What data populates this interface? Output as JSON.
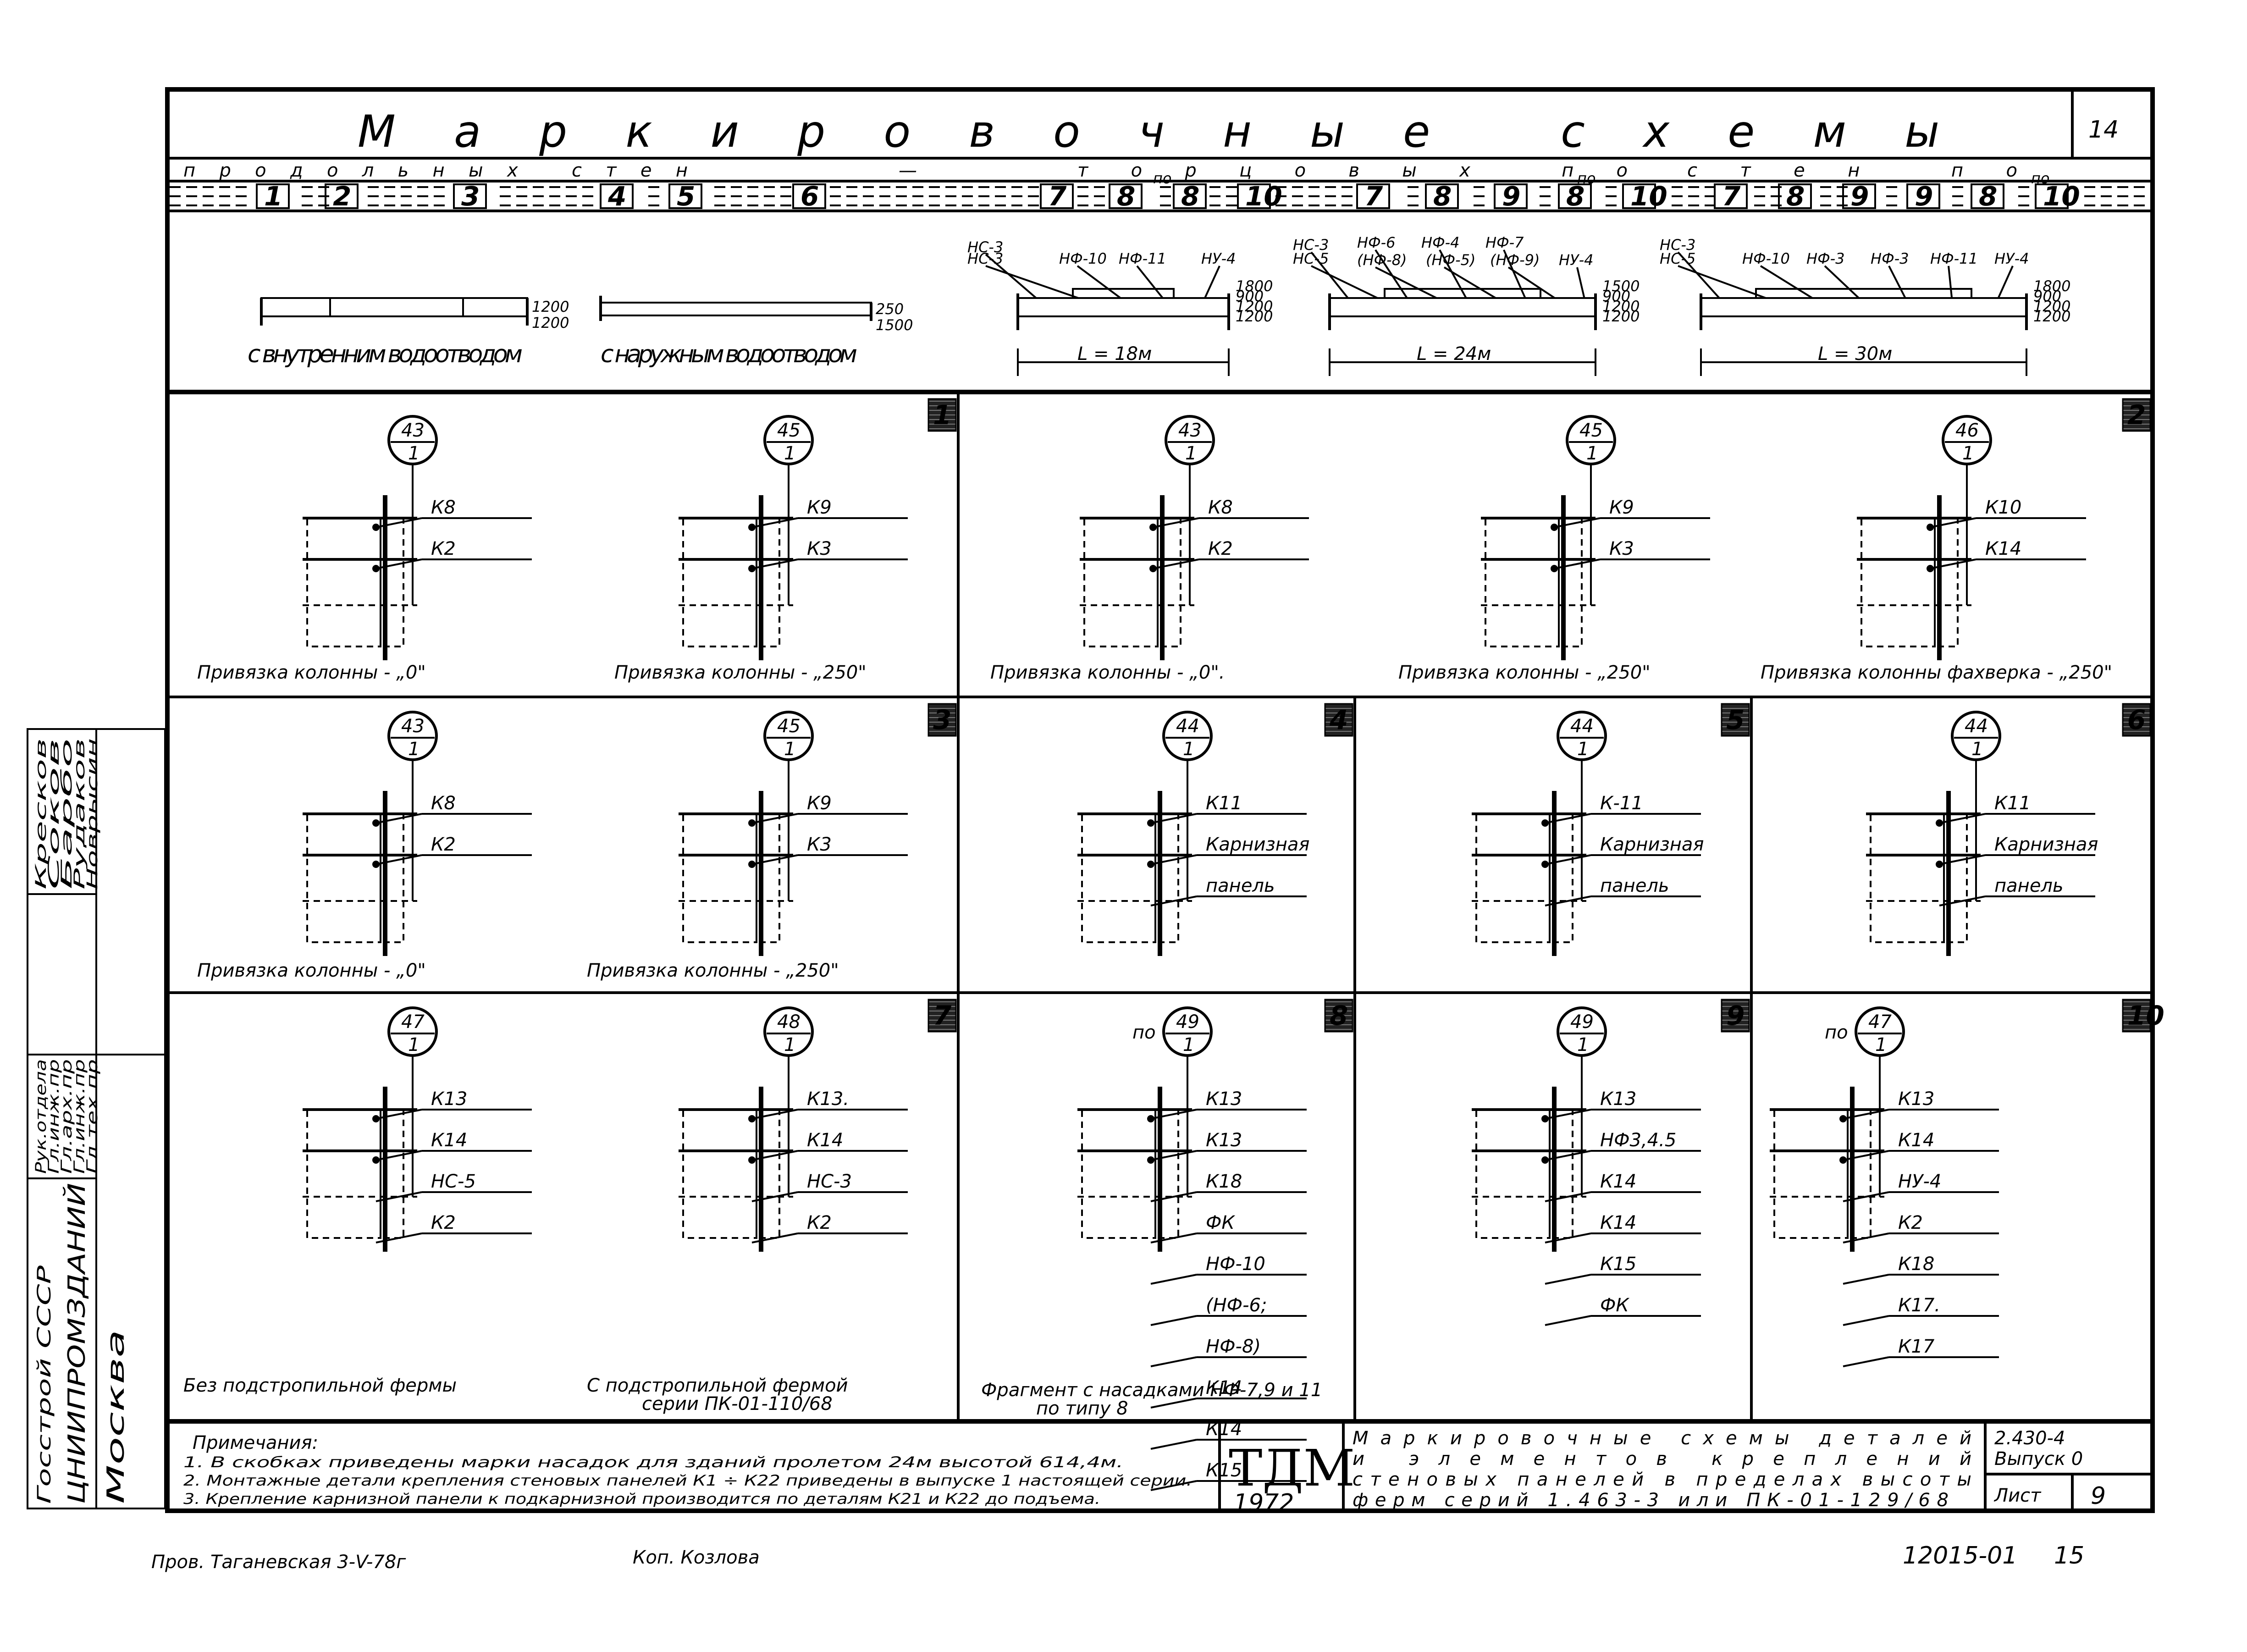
{
  "sheet": {
    "corner_number": "14",
    "title": "Маркировочные схемы",
    "subtitle_left": "продольных стен",
    "subtitle_dash": "—",
    "subtitle_right_1": "торцовых по",
    "subtitle_right_2": "стен по",
    "subtitle_po": "по",
    "scheme_numbers": [
      "1",
      "2",
      "3",
      "4",
      "5",
      "6",
      "7",
      "8",
      "8",
      "10",
      "7",
      "8",
      "9",
      "8",
      "10",
      "7",
      "8",
      "9",
      "9",
      "8",
      "10"
    ]
  },
  "schemes": {
    "inner_drain": "с внутренним водоотводом",
    "outer_drain": "с наружным водоотводом",
    "inner_dims": [
      "1200",
      "1200"
    ],
    "outer_dims": [
      "250",
      "1500"
    ],
    "span18": {
      "labels": [
        "НС-3",
        "НС-3",
        "НФ-10",
        "НФ-11",
        "НУ-4"
      ],
      "dims": [
        "1800",
        "900",
        "1200",
        "1200"
      ],
      "length": "L = 18м"
    },
    "span24": {
      "labels": [
        "НС-3",
        "НС-5",
        "НФ-6",
        "(НФ-8)",
        "НФ-4",
        "(НФ-5)",
        "НФ-7",
        "(НФ-9)",
        "НУ-4"
      ],
      "dims": [
        "1500",
        "900",
        "1200",
        "1200"
      ],
      "length": "L = 24м"
    },
    "span30": {
      "labels": [
        "НС-3",
        "НС-5",
        "НФ-10",
        "НФ-3",
        "НФ-3",
        "НФ-11",
        "НУ-4"
      ],
      "dims": [
        "1800",
        "900",
        "1200",
        "1200"
      ],
      "length": "L = 30м"
    }
  },
  "panels": [
    {
      "num": "1",
      "details": [
        {
          "ref": "43",
          "sheet": "1",
          "labels": [
            "К8",
            "К2"
          ],
          "caption": "Привязка колонны - „0\""
        },
        {
          "ref": "45",
          "sheet": "1",
          "labels": [
            "К9",
            "К3"
          ],
          "caption": "Привязка колонны - „250\""
        }
      ]
    },
    {
      "num": "2",
      "details": [
        {
          "ref": "43",
          "sheet": "1",
          "labels": [
            "К8",
            "К2"
          ],
          "caption": "Привязка колонны - „0\"."
        },
        {
          "ref": "45",
          "sheet": "1",
          "labels": [
            "К9",
            "К3"
          ],
          "caption": "Привязка колонны - „250\""
        },
        {
          "ref": "46",
          "sheet": "1",
          "labels": [
            "К10",
            "К14"
          ],
          "caption": "Привязка колонны фахверка - „250\""
        }
      ]
    },
    {
      "num": "3",
      "details": [
        {
          "ref": "43",
          "sheet": "1",
          "labels": [
            "К8",
            "К2"
          ],
          "caption": "Привязка колонны - „0\""
        },
        {
          "ref": "45",
          "sheet": "1",
          "labels": [
            "К9",
            "К3"
          ],
          "caption": "Привязка колонны - „250\""
        }
      ]
    },
    {
      "num": "4",
      "details": [
        {
          "ref": "44",
          "sheet": "1",
          "labels": [
            "К11",
            "Карнизная",
            "панель"
          ],
          "caption": ""
        }
      ]
    },
    {
      "num": "5",
      "details": [
        {
          "ref": "44",
          "sheet": "1",
          "labels": [
            "К-11",
            "Карнизная",
            "панель"
          ],
          "caption": ""
        }
      ]
    },
    {
      "num": "6",
      "details": [
        {
          "ref": "44",
          "sheet": "1",
          "labels": [
            "К11",
            "Карнизная",
            "панель"
          ],
          "caption": ""
        }
      ]
    },
    {
      "num": "7",
      "details": [
        {
          "ref": "47",
          "sheet": "1",
          "labels": [
            "К13",
            "К14",
            "НС-5",
            "К2"
          ],
          "caption": "Без подстропильной фермы"
        },
        {
          "ref": "48",
          "sheet": "1",
          "labels": [
            "К13.",
            "К14",
            "НС-3",
            "К2"
          ],
          "caption": "С подстропильной фермой",
          "caption2": "серии   ПК-01-110/68"
        }
      ]
    },
    {
      "num": "8",
      "details": [
        {
          "ref": "49",
          "sheet": "1",
          "po": "по",
          "labels": [
            "К13",
            "К13",
            "К18",
            "ФК",
            "НФ-10",
            "(НФ-6;",
            "НФ-8)",
            "К14",
            "К14",
            "К15"
          ],
          "caption": "Фрагмент с насадками НФ-7,9 и 11",
          "caption2": "по типу 8"
        }
      ]
    },
    {
      "num": "9",
      "details": [
        {
          "ref": "49",
          "sheet": "1",
          "labels": [
            "К13",
            "НФ3,4.5",
            "К14",
            "К14",
            "К15",
            "ФК"
          ],
          "caption": ""
        }
      ]
    },
    {
      "num": "10",
      "details": [
        {
          "ref": "47",
          "sheet": "1",
          "po": "по",
          "labels": [
            "К13",
            "К14",
            "НУ-4",
            "К2",
            "К18",
            "К17.",
            "К17"
          ],
          "caption": ""
        }
      ]
    }
  ],
  "notes": {
    "heading": "Примечания:",
    "lines": [
      "1. В скобках приведены марки насадок для зданий пролетом 24м высотой 614,4м.",
      "2. Монтажные детали крепления стеновых панелей К1 ÷ К22 приведены в выпуске 1 настоящей серии.",
      "3. Крепление карнизной панели к подкарнизной производится по деталям К21 и К22 до подъема."
    ]
  },
  "stamp": {
    "logo": "ТДМ",
    "year": "1972",
    "title_lines": [
      "Маркировочные   схемы   деталей",
      "и элементов   креплений",
      "стеновых панелей в пределах высоты",
      "ферм   серий   1.463-3 или ПК-01-129/68"
    ],
    "code": "2.430-4",
    "issue": "Выпуск 0",
    "sheet_label": "Лист",
    "sheet_no": "9"
  },
  "side": {
    "org1": "Госстрой СССР",
    "org2": "ЦНИИПРОМЗДАНИЙ",
    "city": "Москва",
    "roles": [
      "Рук.отдела",
      "Гл.инж.пр",
      "Гл.арх.пр",
      "Гл.инж.пр",
      "Гл.тех.пр"
    ],
    "names": [
      "Кресков",
      "Соков",
      "Барбо",
      "Рудаков",
      "Новрысин"
    ]
  },
  "bottom": {
    "left_note": "Пров. Таганевская 3-V-78г",
    "mid_note": "Коп. Козлова",
    "order": "12015-01",
    "page": "15"
  }
}
